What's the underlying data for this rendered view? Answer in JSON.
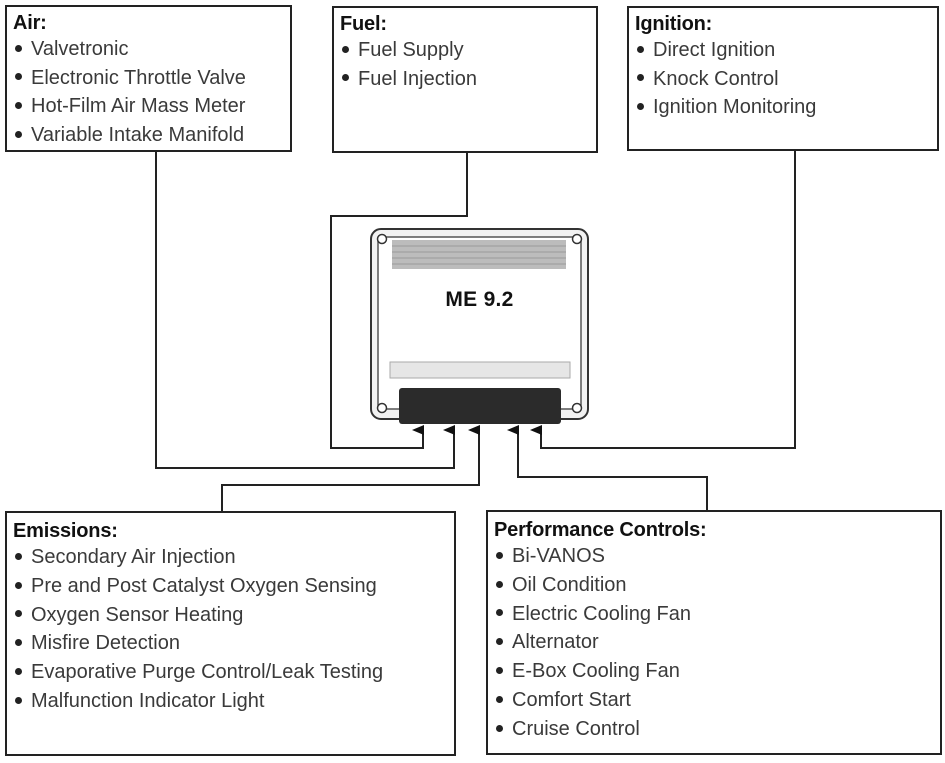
{
  "ecu": {
    "label": "ME 9.2"
  },
  "boxes": {
    "air": {
      "title": "Air:",
      "items": [
        "Valvetronic",
        "Electronic Throttle Valve",
        "Hot-Film Air Mass Meter",
        "Variable Intake Manifold"
      ]
    },
    "fuel": {
      "title": "Fuel:",
      "items": [
        "Fuel Supply",
        "Fuel Injection"
      ]
    },
    "ignition": {
      "title": "Ignition:",
      "items": [
        "Direct Ignition",
        "Knock Control",
        "Ignition Monitoring"
      ]
    },
    "emissions": {
      "title": "Emissions:",
      "items": [
        "Secondary Air Injection",
        "Pre and Post Catalyst Oxygen Sensing",
        "Oxygen Sensor Heating",
        "Misfire Detection",
        "Evaporative Purge Control/Leak Testing",
        "Malfunction Indicator Light"
      ]
    },
    "performance": {
      "title": "Performance Controls:",
      "items": [
        "Bi-VANOS",
        "Oil Condition",
        "Electric Cooling Fan",
        "Alternator",
        "E-Box Cooling Fan",
        "Comfort Start",
        "Cruise Control"
      ]
    }
  }
}
